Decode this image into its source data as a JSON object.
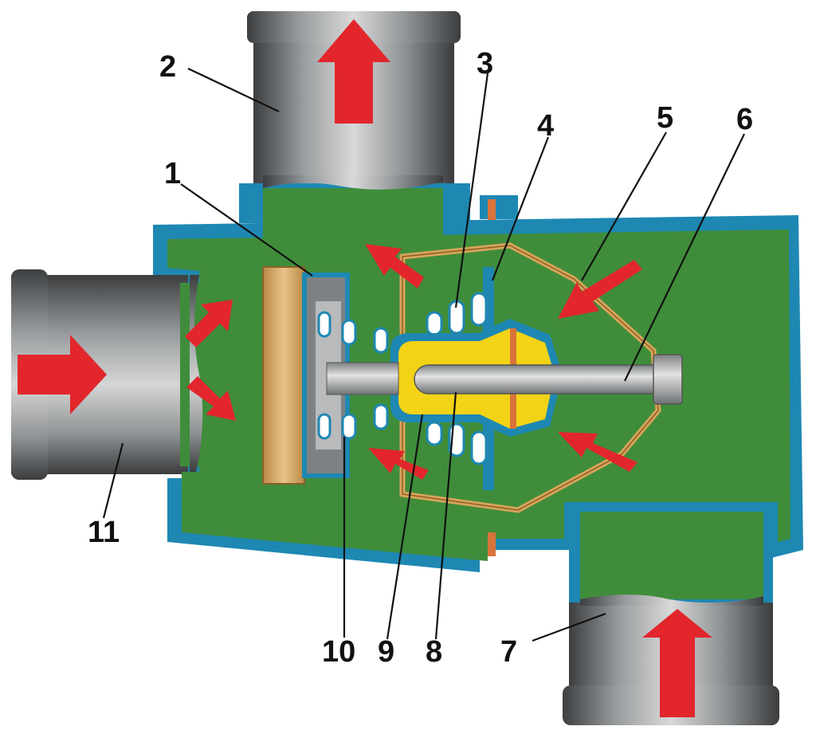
{
  "colors": {
    "coolant": "#3f8d3a",
    "housing_outline": "#1e88b3",
    "pipe_metal": "#8c8f92",
    "flow_arrow": "#e2262c",
    "wax_element": "#f2d316",
    "valve_copper": "#d9a45a",
    "background": "#ffffff"
  },
  "callouts": [
    {
      "id": "1",
      "label": "1"
    },
    {
      "id": "2",
      "label": "2"
    },
    {
      "id": "3",
      "label": "3"
    },
    {
      "id": "4",
      "label": "4"
    },
    {
      "id": "5",
      "label": "5"
    },
    {
      "id": "6",
      "label": "6"
    },
    {
      "id": "7",
      "label": "7"
    },
    {
      "id": "8",
      "label": "8"
    },
    {
      "id": "9",
      "label": "9"
    },
    {
      "id": "10",
      "label": "10"
    },
    {
      "id": "11",
      "label": "11"
    }
  ]
}
